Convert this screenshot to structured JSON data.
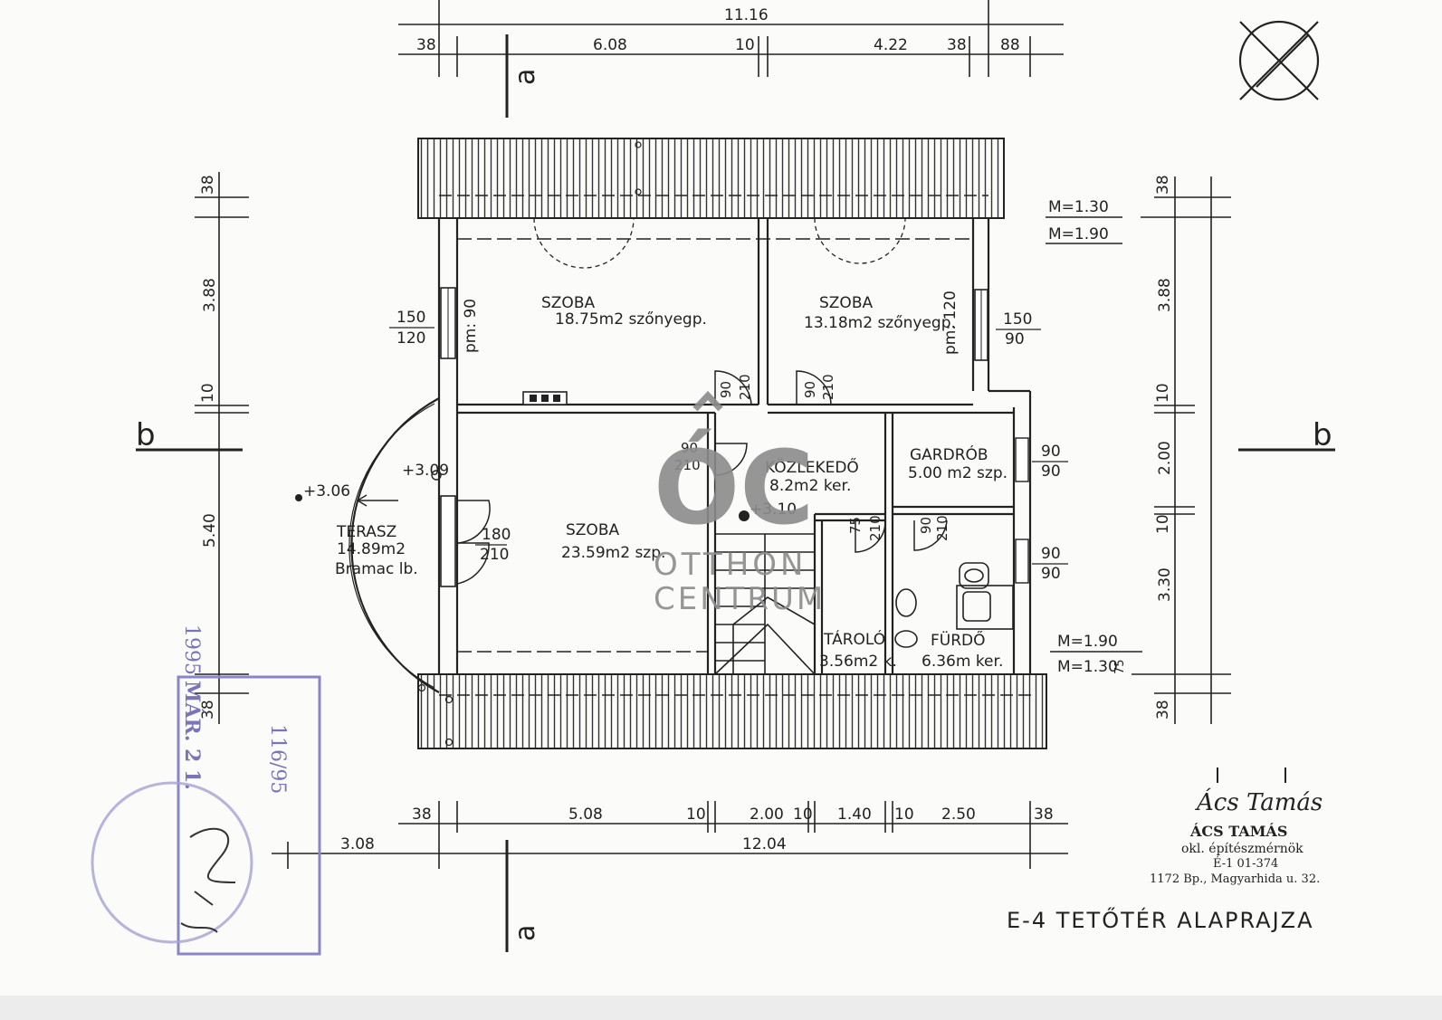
{
  "plan": {
    "title": "E-4  TETŐTÉR  ALAPRAJZA",
    "section_a": "a",
    "section_b": "b",
    "dims_top": {
      "total": "11.16",
      "d1": "38",
      "d2": "6.08",
      "d3": "10",
      "d4": "4.22",
      "d5": "38",
      "d6": "88"
    },
    "dims_bottom": {
      "d1": "38",
      "d2": "5.08",
      "d3": "10",
      "d4": "2.00",
      "d5": "10",
      "d6": "1.40",
      "d7": "10",
      "d8": "2.50",
      "d9": "38",
      "total": "12.04",
      "left": "3.08"
    },
    "dims_left": {
      "d1": "38",
      "d2": "3.88",
      "d3": "10",
      "d4": "5.40",
      "d5": "38"
    },
    "dims_right": {
      "d1": "38",
      "d2": "3.88",
      "d3": "10",
      "d4": "2.00",
      "d5": "10",
      "d6": "3.30",
      "d7": "38"
    },
    "heights": {
      "m1_top": "M=1.30",
      "m2_top": "M=1.90",
      "m1_bottom": "M=1.90",
      "m2_bottom": "M=1.30",
      "m2_bottom_suffix": "75"
    },
    "levels": {
      "l1": "+3.09",
      "l2": "+3.06",
      "l3": "+3.10"
    },
    "rooms": {
      "szoba1": {
        "name": "SZOBA",
        "area": "18.75m2 szőnyegp."
      },
      "szoba2": {
        "name": "SZOBA",
        "area": "13.18m2 szőnyegp."
      },
      "szoba3": {
        "name": "SZOBA",
        "area": "23.59m2 szp."
      },
      "terasz": {
        "name": "TERASZ",
        "area": "14.89m2",
        "floor": "Bramac lb."
      },
      "kozlekedo": {
        "name": "KÖZLEKEDŐ",
        "area": "8.2m2 ker."
      },
      "gardrob": {
        "name": "GARDRÓB",
        "area": "5.00 m2 szp."
      },
      "tarolo": {
        "name": "TÁROLÓ",
        "area": "3.56m2 k."
      },
      "furdo": {
        "name": "FÜRDŐ",
        "area": "6.36m  ker."
      }
    },
    "openings": {
      "w_left_a": "150",
      "w_left_b": "120",
      "w_left_pm": "pm: 90",
      "w_right_a": "150",
      "w_right_b": "90",
      "w_right_pm": "pm: 120",
      "d1_a": "90",
      "d1_b": "210",
      "d2_a": "90",
      "d2_b": "210",
      "d3_a": "90",
      "d3_b": "210",
      "terasz_a": "180",
      "terasz_b": "210",
      "d5_a": "75",
      "d5_b": "210",
      "d6_a": "90",
      "d6_b": "210",
      "g_a": "90",
      "g_b": "90",
      "f_a": "90",
      "f_b": "90"
    }
  },
  "watermark": {
    "logo": "ÓC",
    "line1": "OTTHON",
    "line2": "CENTRUM"
  },
  "stamp": {
    "year": "1995",
    "date": "MÁR. 2 1.",
    "number": "116/95"
  },
  "signature": {
    "script": "Ács Tamás",
    "name": "ÁCS TAMÁS",
    "title": "okl. építészmérnök",
    "reg": "É-1 01-374",
    "address": "1172 Bp., Magyarhida u. 32."
  }
}
